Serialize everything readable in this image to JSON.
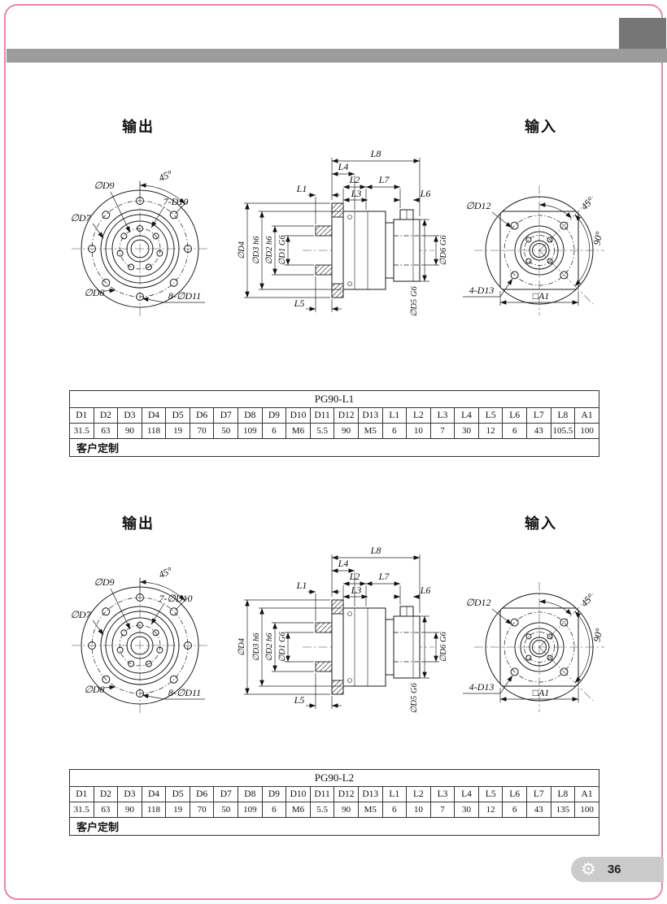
{
  "page": {
    "number": "36",
    "icons": {
      "gear": "⚙"
    }
  },
  "sections": [
    {
      "labels": {
        "output": "输出",
        "input": "输入"
      },
      "left": {
        "d9": "∅D9",
        "angle45": "45°",
        "holes7": "7-D10",
        "d7": "∅D7",
        "d8": "∅D8",
        "holes8": "8-∅D11"
      },
      "side": {
        "l1": "L1",
        "l2": "L2",
        "l3": "L3",
        "l4": "L4",
        "l5": "L5",
        "l6": "L6",
        "l7": "L7",
        "l8": "L8",
        "d4": "∅D4",
        "d3": "∅D3 h6",
        "d2": "∅D2 h6",
        "d1": "∅D1 G6",
        "d6": "∅D6 G6",
        "d5": "∅D5 G6"
      },
      "right": {
        "d12": "∅D12",
        "angle45": "45°",
        "angle90": "90°",
        "holes4": "4-D13",
        "a1": "□A1"
      },
      "table": {
        "title": "PG90-L1",
        "columns": [
          "D1",
          "D2",
          "D3",
          "D4",
          "D5",
          "D6",
          "D7",
          "D8",
          "D9",
          "D10",
          "D11",
          "D12",
          "D13",
          "L1",
          "L2",
          "L3",
          "L4",
          "L5",
          "L6",
          "L7",
          "L8",
          "A1"
        ],
        "values": [
          "31.5",
          "63",
          "90",
          "118",
          "19",
          "70",
          "50",
          "109",
          "6",
          "M6",
          "5.5",
          "90",
          "M5",
          "6",
          "10",
          "7",
          "30",
          "12",
          "6",
          "43",
          "105.5",
          "100"
        ],
        "footer": "客户定制"
      }
    },
    {
      "labels": {
        "output": "输出",
        "input": "输入"
      },
      "left": {
        "d9": "∅D9",
        "angle45": "45°",
        "holes7": "7-∅D10",
        "d7": "∅D7",
        "d8": "∅D8",
        "holes8": "8-∅D11"
      },
      "side": {
        "l1": "L1",
        "l2": "L2",
        "l3": "L3",
        "l4": "L4",
        "l5": "L5",
        "l6": "L6",
        "l7": "L7",
        "l8": "L8",
        "d4": "∅D4",
        "d3": "∅D3 h6",
        "d2": "∅D2 h6",
        "d1": "∅D1 G6",
        "d6": "∅D6 G6",
        "d5": "∅D5 G6"
      },
      "right": {
        "d12": "∅D12",
        "angle45": "45°",
        "angle90": "90°",
        "holes4": "4-D13",
        "a1": "□A1"
      },
      "table": {
        "title": "PG90-L2",
        "columns": [
          "D1",
          "D2",
          "D3",
          "D4",
          "D5",
          "D6",
          "D7",
          "D8",
          "D9",
          "D10",
          "D11",
          "D12",
          "D13",
          "L1",
          "L2",
          "L3",
          "L4",
          "L5",
          "L6",
          "L7",
          "L8",
          "A1"
        ],
        "values": [
          "31.5",
          "63",
          "90",
          "118",
          "19",
          "70",
          "50",
          "109",
          "6",
          "M6",
          "5.5",
          "90",
          "M5",
          "6",
          "10",
          "7",
          "30",
          "12",
          "6",
          "43",
          "135",
          "100"
        ],
        "footer": "客户定制"
      }
    }
  ]
}
